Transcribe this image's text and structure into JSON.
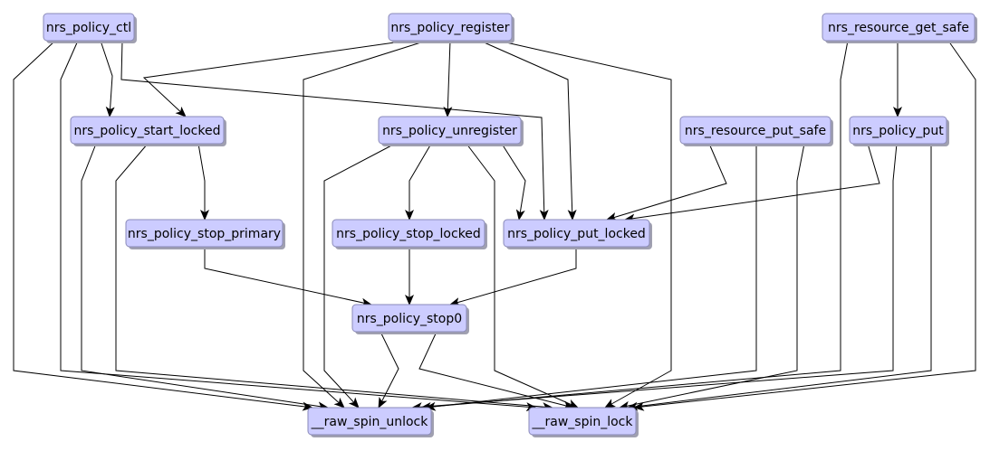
{
  "diagram": {
    "type": "call-graph",
    "node_fill": "#ccccff",
    "node_border": "#8a8ab8",
    "nodes": [
      {
        "id": "ctl",
        "label": "nrs_policy_ctl"
      },
      {
        "id": "register",
        "label": "nrs_policy_register"
      },
      {
        "id": "get_safe",
        "label": "nrs_resource_get_safe"
      },
      {
        "id": "start_locked",
        "label": "nrs_policy_start_locked"
      },
      {
        "id": "unregister",
        "label": "nrs_policy_unregister"
      },
      {
        "id": "put_safe",
        "label": "nrs_resource_put_safe"
      },
      {
        "id": "put",
        "label": "nrs_policy_put"
      },
      {
        "id": "stop_primary",
        "label": "nrs_policy_stop_primary"
      },
      {
        "id": "stop_locked",
        "label": "nrs_policy_stop_locked"
      },
      {
        "id": "put_locked",
        "label": "nrs_policy_put_locked"
      },
      {
        "id": "stop0",
        "label": "nrs_policy_stop0"
      },
      {
        "id": "unlock",
        "label": "__raw_spin_unlock"
      },
      {
        "id": "lock",
        "label": "__raw_spin_lock"
      }
    ],
    "edges": [
      [
        "ctl",
        "unlock"
      ],
      [
        "ctl",
        "lock"
      ],
      [
        "ctl",
        "start_locked"
      ],
      [
        "ctl",
        "put_locked"
      ],
      [
        "register",
        "start_locked"
      ],
      [
        "register",
        "unregister"
      ],
      [
        "register",
        "put_locked"
      ],
      [
        "register",
        "lock"
      ],
      [
        "register",
        "unlock"
      ],
      [
        "get_safe",
        "unlock"
      ],
      [
        "get_safe",
        "put"
      ],
      [
        "get_safe",
        "lock"
      ],
      [
        "start_locked",
        "unlock"
      ],
      [
        "start_locked",
        "lock"
      ],
      [
        "start_locked",
        "stop_primary"
      ],
      [
        "unregister",
        "unlock"
      ],
      [
        "unregister",
        "stop_locked"
      ],
      [
        "unregister",
        "lock"
      ],
      [
        "unregister",
        "put_locked"
      ],
      [
        "put_safe",
        "put_locked"
      ],
      [
        "put_safe",
        "unlock"
      ],
      [
        "put_safe",
        "lock"
      ],
      [
        "put",
        "put_locked"
      ],
      [
        "put",
        "unlock"
      ],
      [
        "put",
        "lock"
      ],
      [
        "stop_primary",
        "stop0"
      ],
      [
        "stop_locked",
        "stop0"
      ],
      [
        "put_locked",
        "stop0"
      ],
      [
        "stop0",
        "unlock"
      ],
      [
        "stop0",
        "lock"
      ]
    ]
  }
}
